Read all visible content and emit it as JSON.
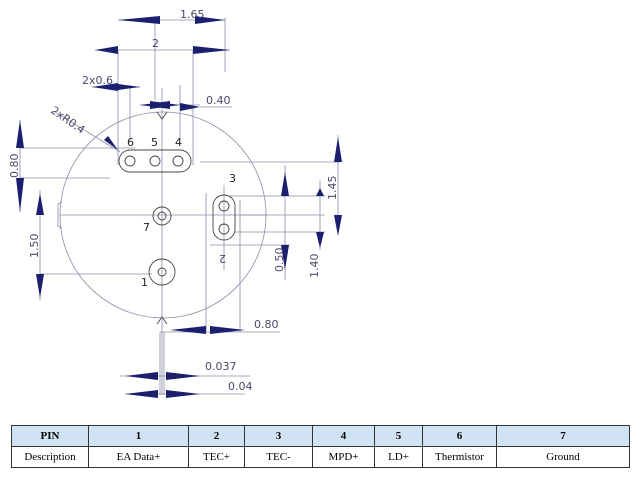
{
  "dimensions": {
    "d165": "1.65",
    "d2_top": "2",
    "d2x06": "2x0.6",
    "d040": "0.40",
    "d2xR04": "2xR0.4",
    "d080_left": "0.80",
    "d150": "1.50",
    "d145": "1.45",
    "d050": "0.50",
    "d140": "1.40",
    "d080_bottom": "0.80",
    "d0037": "0.037",
    "d004": "0.04",
    "slot_label": "2"
  },
  "pins": {
    "p1": "1",
    "p3": "3",
    "p4": "4",
    "p5": "5",
    "p6": "6",
    "p7": "7"
  },
  "table": {
    "headers": [
      "PIN",
      "1",
      "2",
      "3",
      "4",
      "5",
      "6",
      "7"
    ],
    "row": [
      "Description",
      "EA Data+",
      "TEC+",
      "TEC-",
      "MPD+",
      "LD+",
      "Thermistor",
      "Ground"
    ]
  }
}
